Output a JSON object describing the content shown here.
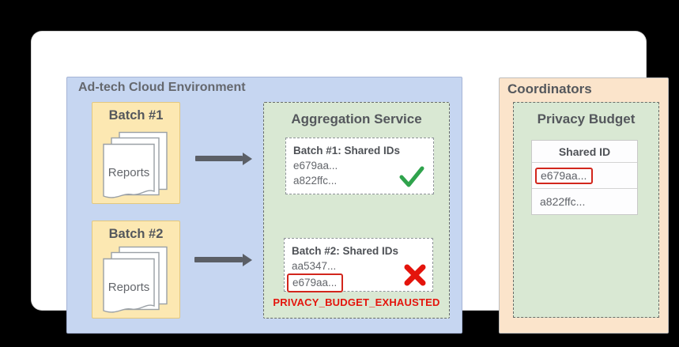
{
  "diagram": {
    "adtech_env": {
      "title": "Ad-tech Cloud Environment",
      "batches": [
        {
          "label": "Batch #1",
          "docs_label": "Reports"
        },
        {
          "label": "Batch #2",
          "docs_label": "Reports"
        }
      ],
      "aggregation_service": {
        "title": "Aggregation Service",
        "result_cards": [
          {
            "title": "Batch #1: Shared IDs",
            "ids": [
              "e679aa...",
              "a822ffc..."
            ],
            "status": "accepted",
            "status_icon": "green-checkmark"
          },
          {
            "title": "Batch #2: Shared IDs",
            "ids": [
              "aa5347...",
              "e679aa..."
            ],
            "highlighted_id": "e679aa...",
            "status": "rejected",
            "status_icon": "red-x"
          }
        ],
        "error_label": "PRIVACY_BUDGET_EXHAUSTED"
      }
    },
    "coordinators": {
      "title": "Coordinators",
      "privacy_budget": {
        "title": "Privacy Budget",
        "table": {
          "header": "Shared ID",
          "rows": [
            {
              "id": "e679aa...",
              "highlighted": true
            },
            {
              "id": "a822ffc...",
              "highlighted": false
            }
          ]
        }
      }
    },
    "colors": {
      "adtech_bg": "#c6d6f1",
      "batch_bg": "#fce8b2",
      "service_bg": "#d9e8d3",
      "coordinators_bg": "#fbe4cb",
      "success_green": "#2fa34c",
      "error_red": "#e4140c",
      "highlight_box_red": "#d2261c",
      "arrow_gray": "#5b5f66"
    }
  }
}
